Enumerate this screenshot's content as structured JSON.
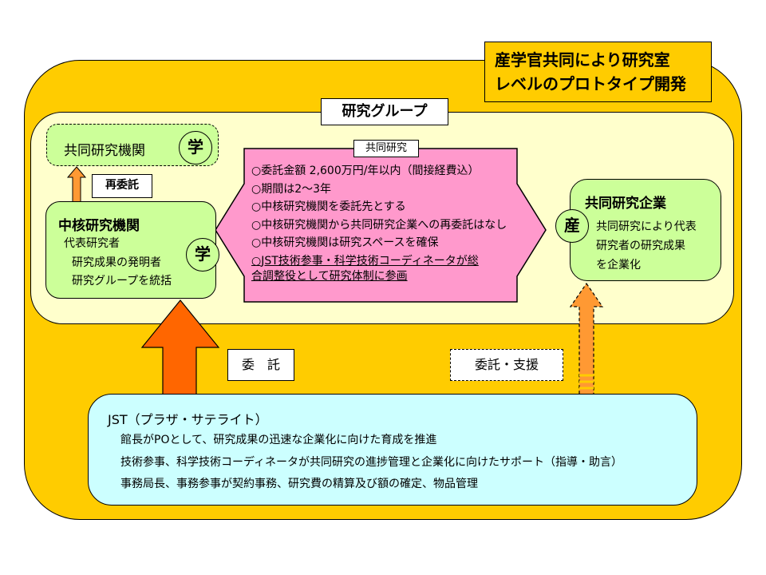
{
  "title_box": {
    "line1": "産学官共同により研究室",
    "line2": "レベルのプロトタイプ開発"
  },
  "research_group": {
    "label": "研究グループ"
  },
  "joint_institution": {
    "label": "共同研究機関",
    "badge": "学"
  },
  "resubcontract": {
    "label": "再委託"
  },
  "core_institution": {
    "title": "中核研究機関",
    "role": "代表研究者",
    "items": [
      "研究成果の発明者",
      "研究グループを統括"
    ],
    "badge": "学"
  },
  "joint_research": {
    "label": "共同研究",
    "items": [
      "○委託金額 2,600万円/年以内（間接経費込）",
      "○期間は2～3年",
      "○中核研究機関を委託先とする",
      "○中核研究機関から共同研究企業への再委託はなし",
      "○中核研究機関は研究スペースを確保",
      "○JST技術参事・科学技術コーディネータが総",
      "合調整役として研究体制に参画"
    ]
  },
  "joint_company": {
    "title": "共同研究企業",
    "lines": [
      "共同研究により代表",
      "研究者の研究成果",
      "を企業化"
    ],
    "badge": "産"
  },
  "consignment": {
    "label": "委　託"
  },
  "consignment_support": {
    "label": "委託・支援"
  },
  "jst": {
    "title": "JST（プラザ・サテライト）",
    "lines": [
      "館長がPOとして、研究成果の迅速な企業化に向けた育成を推進",
      "技術参事、科学技術コーディネータが共同研究の進捗管理と企業化に向けたサポート（指導・助言）",
      "事務局長、事務参事が契約事務、研究費の精算及び額の確定、物品管理"
    ]
  },
  "colors": {
    "outer_frame": "#ffcc00",
    "research_group_bg": "#ffffcc",
    "green_box": "#ccff99",
    "pink_box": "#ff99cc",
    "jst_box": "#ccffff",
    "arrow_orange": "#ff6600",
    "arrow_light_orange": "#ff9933"
  }
}
